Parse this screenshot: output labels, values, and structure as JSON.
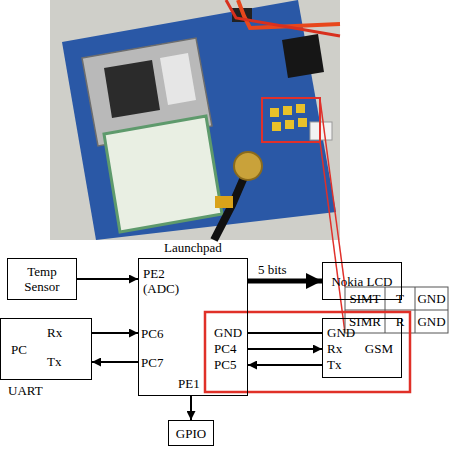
{
  "diagram": {
    "nodes": [
      {
        "text": [
          "Temp Sensor"
        ]
      },
      {
        "text": [
          "Launchpad"
        ]
      },
      {
        "text": [
          "Nokia LCD"
        ]
      },
      {
        "text": [
          "PC"
        ]
      },
      {
        "text": [
          "GSM"
        ]
      },
      {
        "text": [
          "GPIO"
        ]
      }
    ],
    "edges": [
      {
        "from": 0,
        "to": 1,
        "arrow": "to"
      },
      {
        "from": 1,
        "to": 2,
        "label": "5 bits",
        "arrow": "to"
      },
      {
        "from": 3,
        "to": 1,
        "arrow": "to"
      },
      {
        "from": 1,
        "to": 3,
        "arrow": "to"
      },
      {
        "from": 1,
        "to": 4,
        "arrow": "none"
      },
      {
        "from": 1,
        "to": 4,
        "arrow": "to"
      },
      {
        "from": 4,
        "to": 1,
        "arrow": "to"
      },
      {
        "from": 1,
        "to": 5,
        "arrow": "to"
      }
    ],
    "labels": [
      "SIMT",
      "T",
      "GND",
      "SIMR",
      "R",
      "GND",
      "PE2 (ADC)",
      "Rx",
      "Tx",
      "UART",
      "PC6",
      "PC7",
      "PE1",
      "GND",
      "PC4",
      "PC5",
      "GND",
      "Rx",
      "Tx"
    ]
  }
}
